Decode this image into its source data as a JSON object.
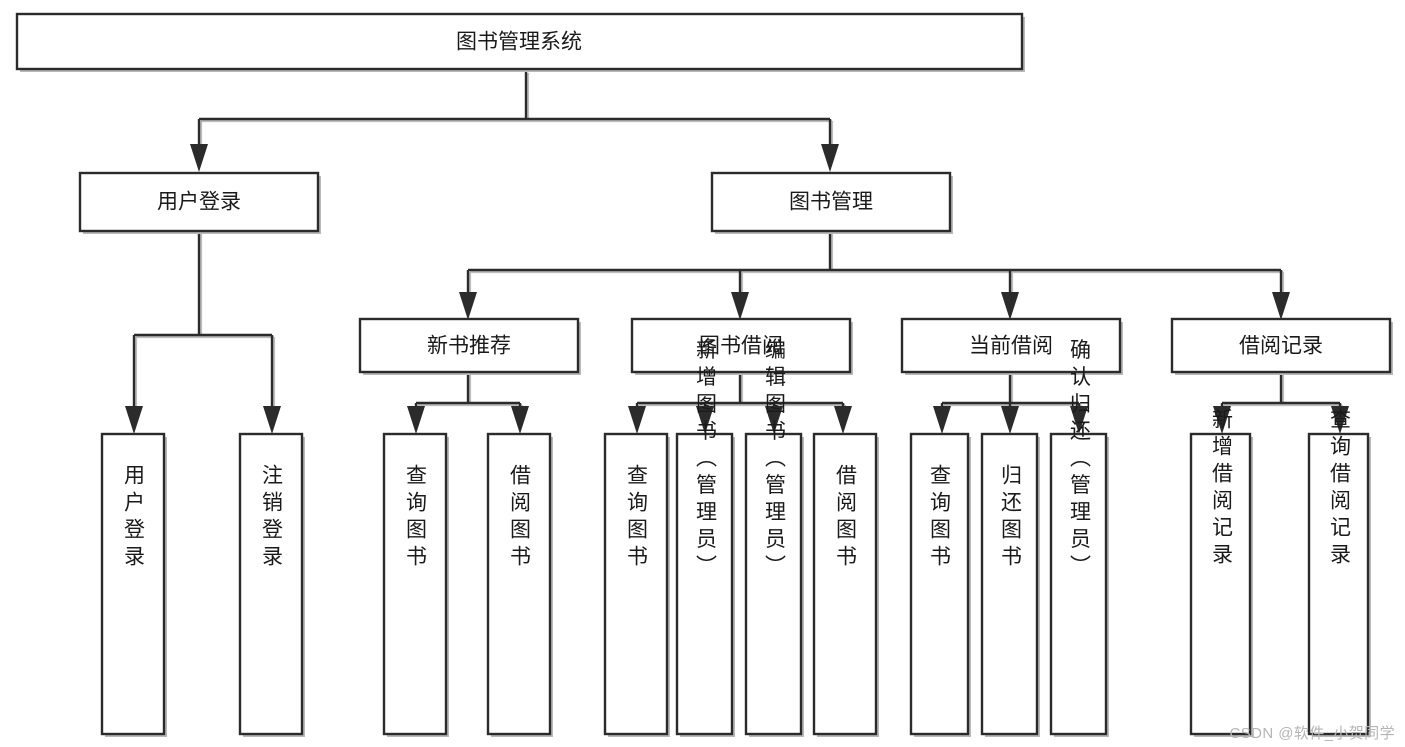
{
  "diagram": {
    "title": "图书管理系统",
    "type": "tree-hierarchy-chart",
    "orientation": "top-down",
    "colors": {
      "box_fill": "#ffffff",
      "box_stroke": "#2b2b2b",
      "text": "#1a1a1a",
      "shadow": "#b9b9b9",
      "watermark": "#b5b5b5",
      "background": "#ffffff"
    },
    "levels": {
      "root": {
        "label": "图书管理系统",
        "orientation": "horizontal"
      },
      "level2": [
        {
          "label": "用户登录",
          "orientation": "horizontal"
        },
        {
          "label": "图书管理",
          "orientation": "horizontal"
        }
      ],
      "level3": [
        {
          "label": "新书推荐",
          "orientation": "horizontal"
        },
        {
          "label": "图书借阅",
          "orientation": "horizontal"
        },
        {
          "label": "当前借阅",
          "orientation": "horizontal"
        },
        {
          "label": "借阅记录",
          "orientation": "horizontal"
        }
      ],
      "leaves": [
        {
          "label": "用户登录",
          "parent": "用户登录",
          "orientation": "vertical"
        },
        {
          "label": "注销登录",
          "parent": "用户登录",
          "orientation": "vertical"
        },
        {
          "label": "查询图书",
          "parent": "新书推荐",
          "orientation": "vertical"
        },
        {
          "label": "借阅图书",
          "parent": "新书推荐",
          "orientation": "vertical"
        },
        {
          "label": "查询图书",
          "parent": "图书借阅",
          "orientation": "vertical"
        },
        {
          "label": "新增图书（管理员）",
          "parent": "图书借阅",
          "orientation": "vertical"
        },
        {
          "label": "编辑图书（管理员）",
          "parent": "图书借阅",
          "orientation": "vertical"
        },
        {
          "label": "借阅图书",
          "parent": "图书借阅",
          "orientation": "vertical"
        },
        {
          "label": "查询图书",
          "parent": "当前借阅",
          "orientation": "vertical"
        },
        {
          "label": "归还图书",
          "parent": "当前借阅",
          "orientation": "vertical"
        },
        {
          "label": "确认归还（管理员）",
          "parent": "当前借阅",
          "orientation": "vertical"
        },
        {
          "label": "新增借阅记录",
          "parent": "借阅记录",
          "orientation": "vertical"
        },
        {
          "label": "查询借阅记录",
          "parent": "借阅记录",
          "orientation": "vertical"
        }
      ]
    },
    "watermark": "CSDN @软件_小贺同学"
  }
}
